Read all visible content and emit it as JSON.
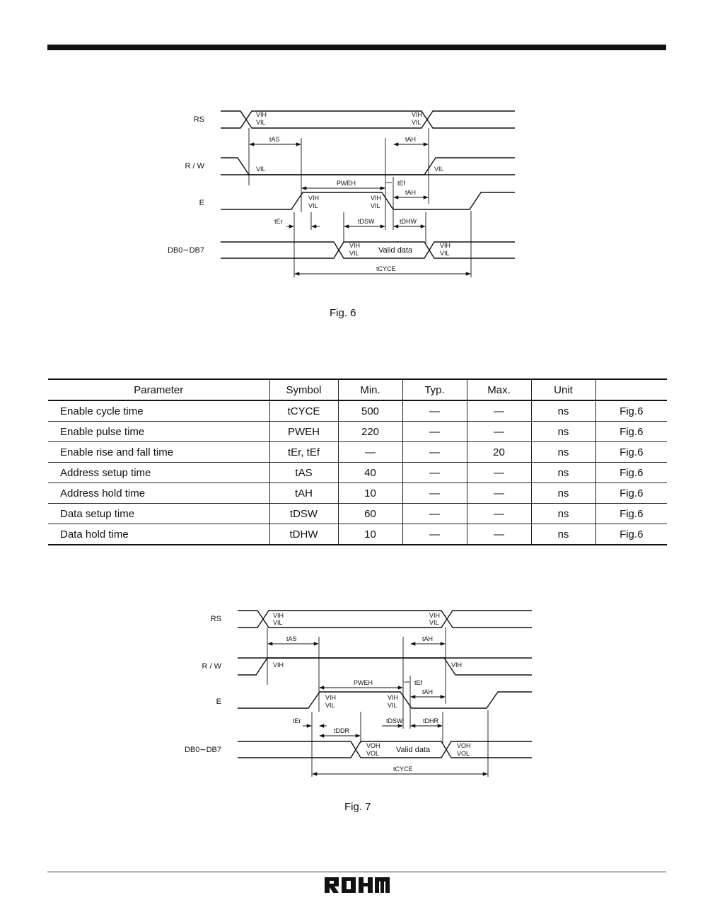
{
  "fig6": {
    "signals": {
      "rs": "RS",
      "rw": "R / W",
      "e": "E",
      "db": "DB0∼DB7"
    },
    "levels": {
      "vih": "VIH",
      "vil": "VIL"
    },
    "timings": {
      "tas": "tAS",
      "tah": "tAH",
      "pweh": "PWEH",
      "tef": "tEf",
      "ter": "tEr",
      "tdsw": "tDSW",
      "tdhw": "tDHW",
      "tcyce": "tCYCE"
    },
    "data_label": "Valid data",
    "caption": "Fig. 6"
  },
  "table": {
    "headers": [
      "Parameter",
      "Symbol",
      "Min.",
      "Typ.",
      "Max.",
      "Unit",
      ""
    ],
    "rows": [
      {
        "parameter": "Enable cycle time",
        "symbol": "tCYCE",
        "min": "500",
        "typ": "—",
        "max": "—",
        "unit": "ns",
        "fig": "Fig.6"
      },
      {
        "parameter": "Enable pulse time",
        "symbol": "PWEH",
        "min": "220",
        "typ": "—",
        "max": "—",
        "unit": "ns",
        "fig": "Fig.6"
      },
      {
        "parameter": "Enable rise and fall time",
        "symbol": "tEr, tEf",
        "min": "—",
        "typ": "—",
        "max": "20",
        "unit": "ns",
        "fig": "Fig.6"
      },
      {
        "parameter": "Address setup time",
        "symbol": "tAS",
        "min": "40",
        "typ": "—",
        "max": "—",
        "unit": "ns",
        "fig": "Fig.6"
      },
      {
        "parameter": "Address hold time",
        "symbol": "tAH",
        "min": "10",
        "typ": "—",
        "max": "—",
        "unit": "ns",
        "fig": "Fig.6"
      },
      {
        "parameter": "Data setup time",
        "symbol": "tDSW",
        "min": "60",
        "typ": "—",
        "max": "—",
        "unit": "ns",
        "fig": "Fig.6"
      },
      {
        "parameter": "Data hold time",
        "symbol": "tDHW",
        "min": "10",
        "typ": "—",
        "max": "—",
        "unit": "ns",
        "fig": "Fig.6"
      }
    ]
  },
  "fig7": {
    "signals": {
      "rs": "RS",
      "rw": "R / W",
      "e": "E",
      "db": "DB0∼DB7"
    },
    "levels": {
      "vih": "VIH",
      "vil": "VIL",
      "voh": "VOH",
      "vol": "VOL"
    },
    "timings": {
      "tas": "tAS",
      "tah": "tAH",
      "pweh": "PWEH",
      "tef": "tEf",
      "ter": "tEr",
      "tddr": "tDDR",
      "tdsw": "tDSW",
      "tdhr": "tDHR",
      "tcyce": "tCYCE"
    },
    "data_label": "Valid data",
    "caption": "Fig. 7"
  },
  "footer": {
    "logo": "ROHM"
  }
}
